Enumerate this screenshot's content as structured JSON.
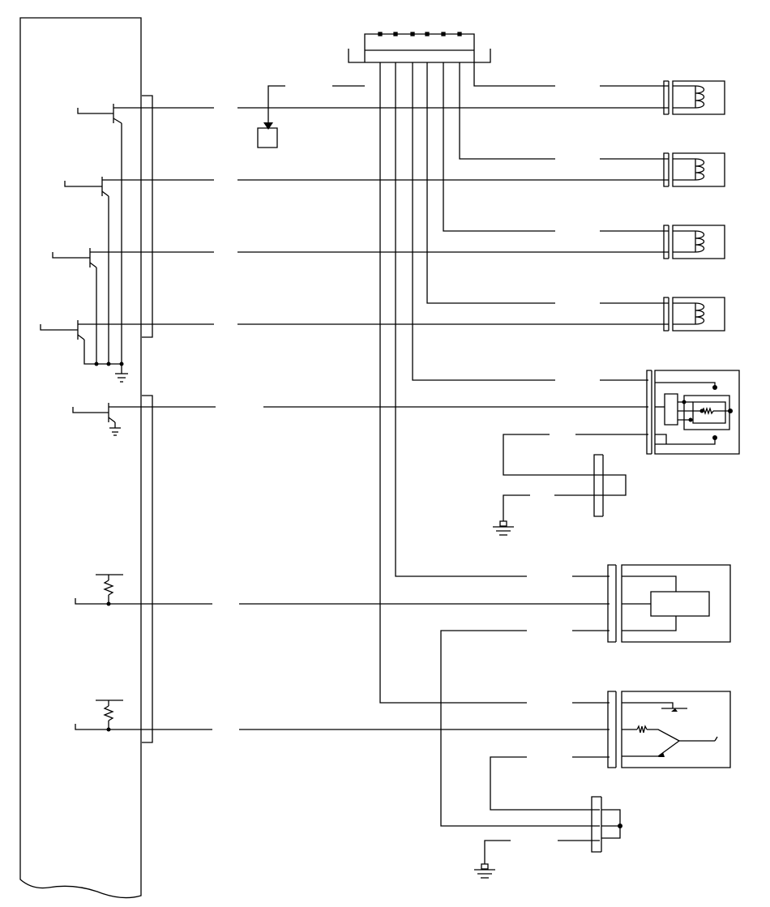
{
  "diagram": {
    "kind": "wiring-schematic",
    "text_labels": [],
    "colors": {
      "background": "#ffffff",
      "ink": "#000000"
    },
    "components": {
      "control_module": "ecu-module",
      "top_connector": "multi-pin-connector",
      "fuse": "fuse-box",
      "injectors": [
        "injector-1",
        "injector-2",
        "injector-3",
        "injector-4"
      ],
      "relay": "main-relay",
      "jumper_connector_upper": "jumper-connector-upper",
      "sensor_box": "sensor-box",
      "position_sensor": "position-sensor",
      "jumper_connector_lower": "jumper-connector-lower",
      "grounds": [
        "ground-1",
        "ground-2",
        "ground-3",
        "ground-4"
      ]
    }
  }
}
